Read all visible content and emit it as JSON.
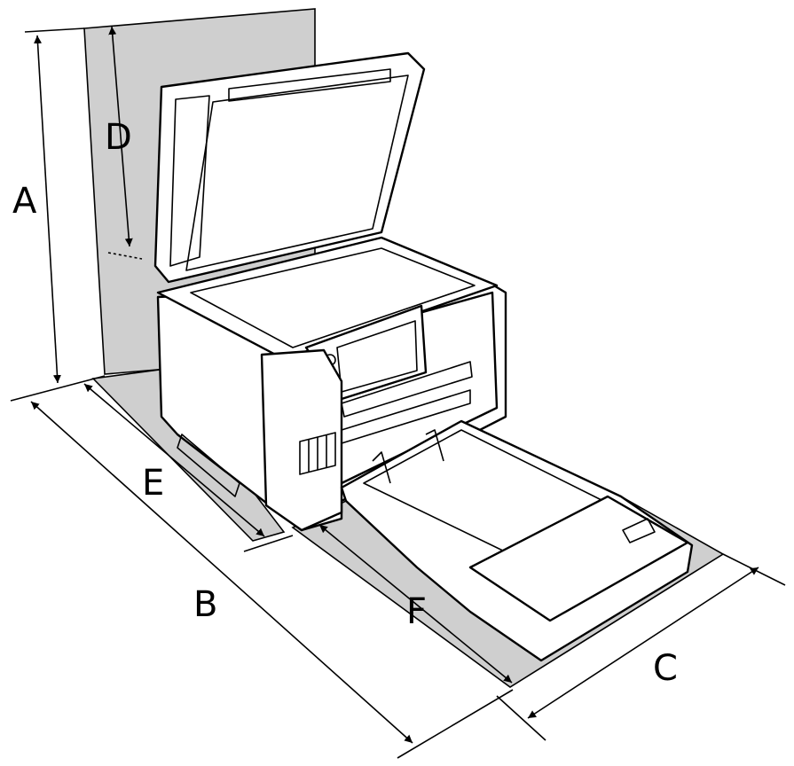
{
  "labels": {
    "a": "A",
    "b": "B",
    "c": "C",
    "d": "D",
    "e": "E",
    "f": "F"
  },
  "colors": {
    "shade": "#cfcfcf",
    "line": "#000000",
    "background": "#ffffff"
  }
}
